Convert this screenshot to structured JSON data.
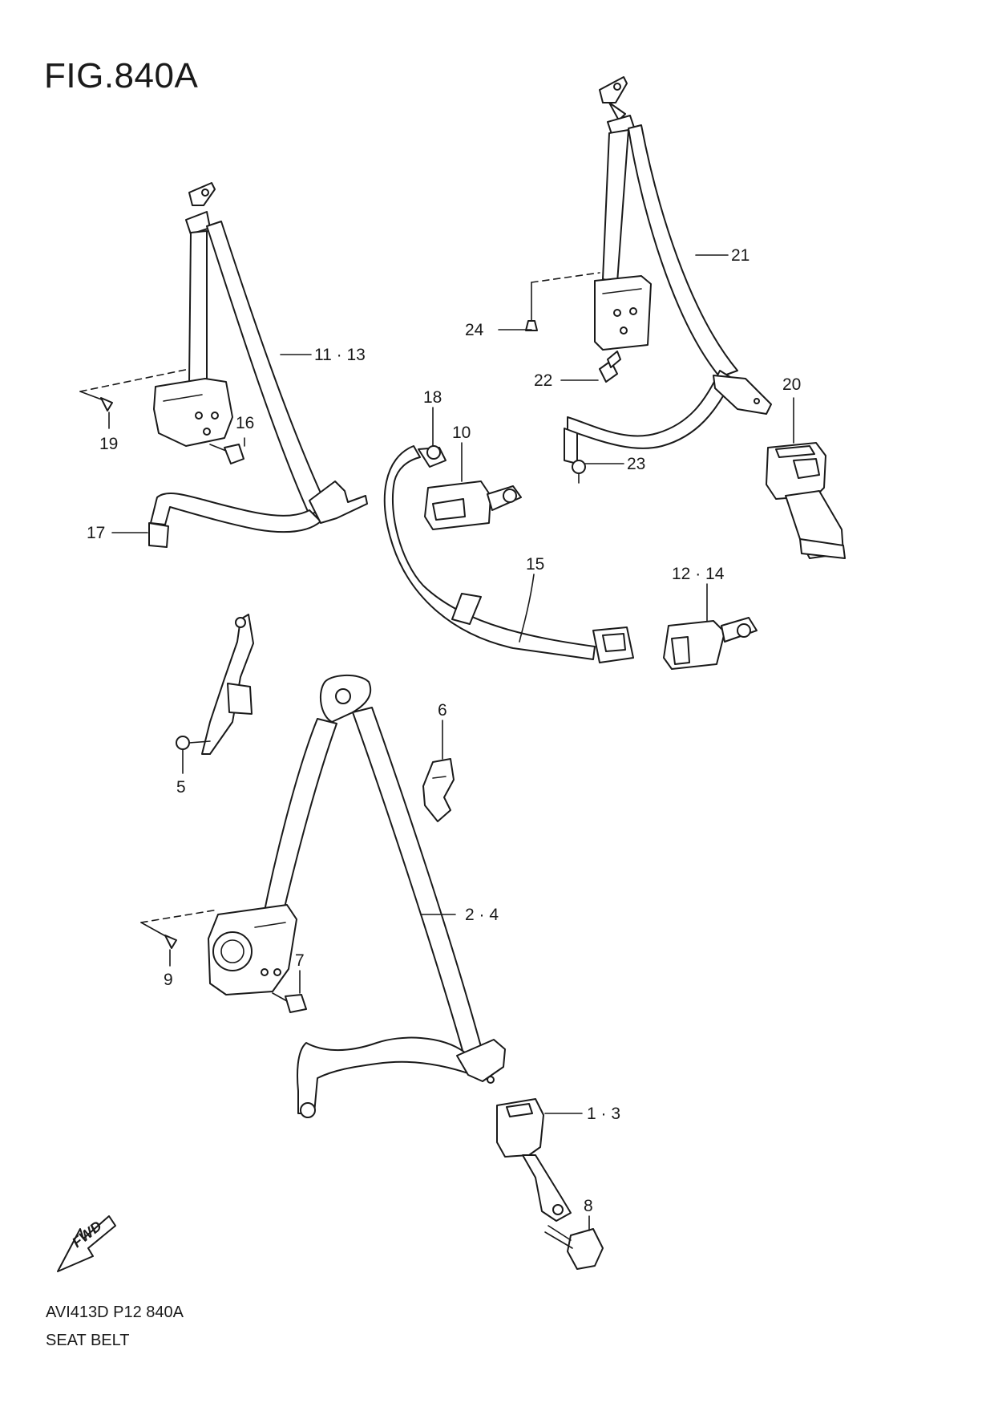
{
  "figure": {
    "title": "FIG.840A"
  },
  "footer": {
    "code": "AVI413D P12 840A",
    "name": "SEAT BELT"
  },
  "fwd_badge": {
    "label": "FWD"
  },
  "callouts": [
    {
      "id": "c21",
      "label": "21"
    },
    {
      "id": "c24",
      "label": "24"
    },
    {
      "id": "c22",
      "label": "22"
    },
    {
      "id": "c20",
      "label": "20"
    },
    {
      "id": "c23",
      "label": "23"
    },
    {
      "id": "c1113",
      "label": "11 · 13"
    },
    {
      "id": "c16",
      "label": "16"
    },
    {
      "id": "c19",
      "label": "19"
    },
    {
      "id": "c17",
      "label": "17"
    },
    {
      "id": "c18",
      "label": "18"
    },
    {
      "id": "c10",
      "label": "10"
    },
    {
      "id": "c15",
      "label": "15"
    },
    {
      "id": "c1214",
      "label": "12 · 14"
    },
    {
      "id": "c5",
      "label": "5"
    },
    {
      "id": "c6",
      "label": "6"
    },
    {
      "id": "c24b",
      "label": "2 · 4"
    },
    {
      "id": "c9",
      "label": "9"
    },
    {
      "id": "c7",
      "label": "7"
    },
    {
      "id": "c13",
      "label": "1 · 3"
    },
    {
      "id": "c8",
      "label": "8"
    }
  ]
}
